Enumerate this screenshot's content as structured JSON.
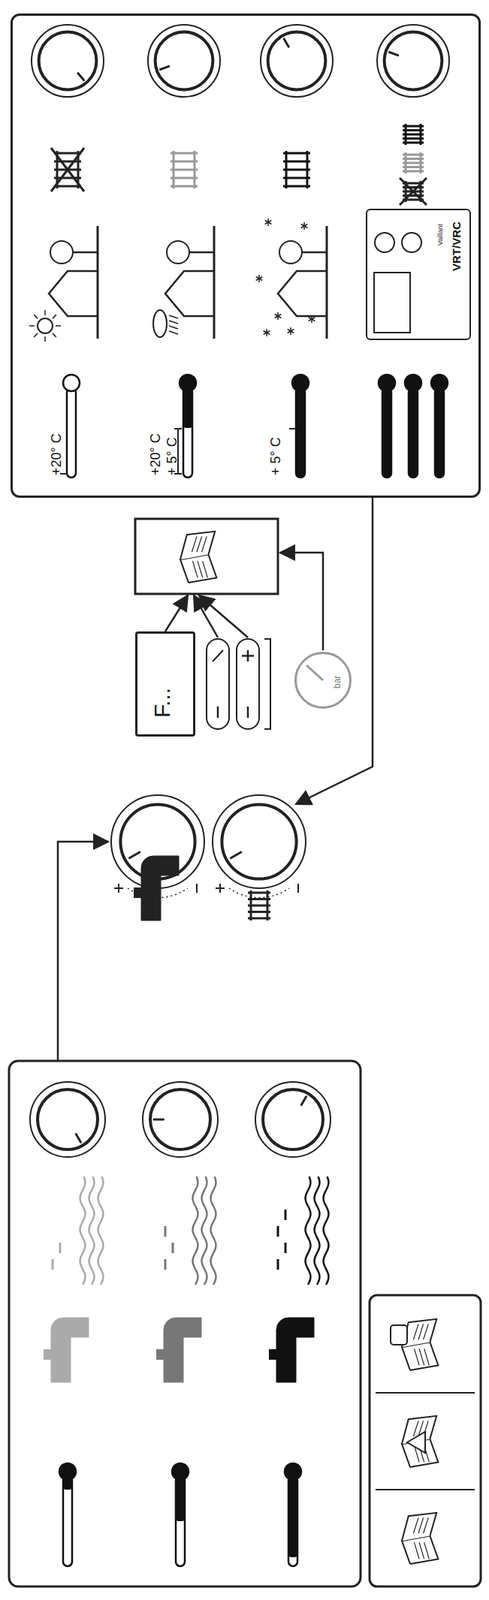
{
  "diagram": {
    "nodes": [
      {
        "text": [
          "F..."
        ]
      },
      {
        "text": [
          "bar"
        ]
      },
      {
        "text": [
          "+20° C",
          "+20° C",
          "+ 5° C",
          "+ 5° C"
        ]
      },
      {
        "text": [
          "Vaillant",
          "VRT/VRC"
        ],
        "in": 2
      }
    ]
  }
}
